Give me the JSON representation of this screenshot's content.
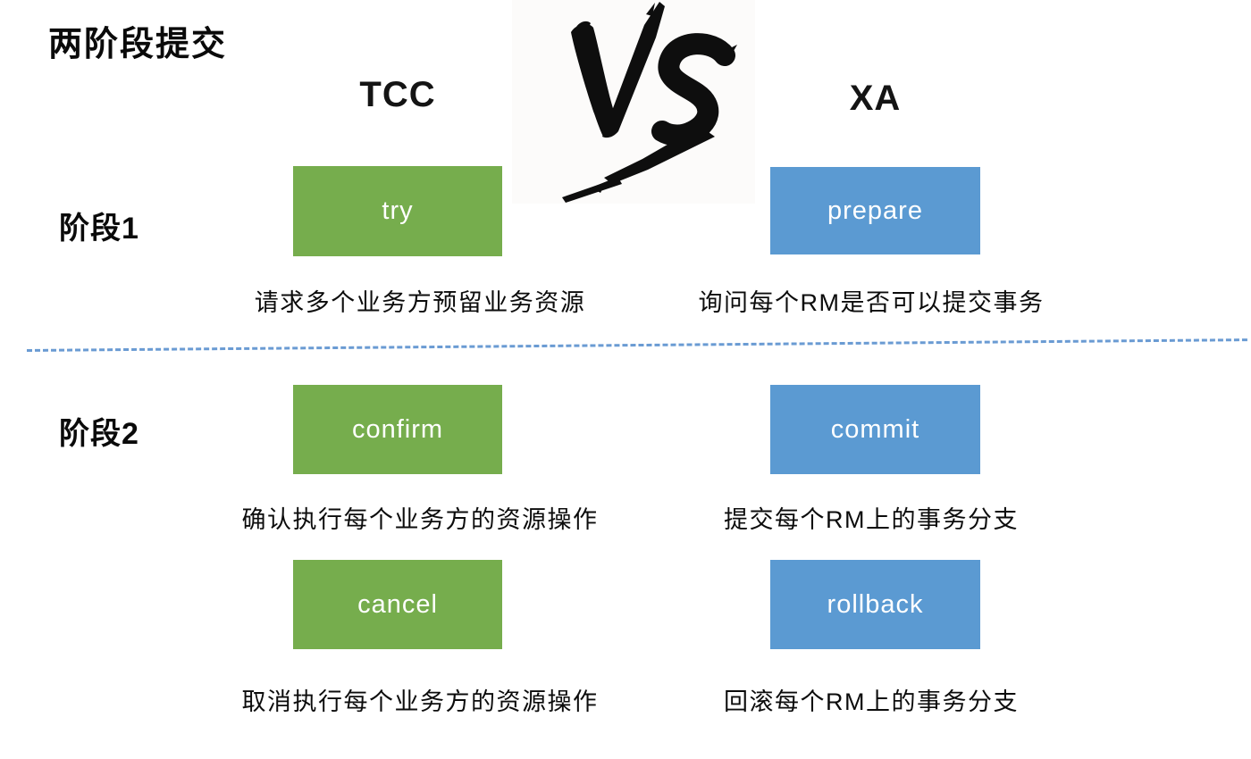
{
  "page": {
    "title": "两阶段提交",
    "background": "#ffffff"
  },
  "colors": {
    "tcc_green": "#76ad4d",
    "xa_blue": "#5b9ad2",
    "divider_blue": "#6a9bd3",
    "box_text": "#ffffff",
    "heading_text": "#0a0a0a"
  },
  "columns": {
    "left": {
      "header": "TCC"
    },
    "right": {
      "header": "XA"
    }
  },
  "vs": {
    "label": "VS"
  },
  "phases": [
    {
      "label": "阶段1",
      "rows": [
        {
          "tcc": {
            "box": "try",
            "caption": "请求多个业务方预留业务资源"
          },
          "xa": {
            "box": "prepare",
            "caption": "询问每个RM是否可以提交事务"
          }
        }
      ]
    },
    {
      "label": "阶段2",
      "rows": [
        {
          "tcc": {
            "box": "confirm",
            "caption": "确认执行每个业务方的资源操作"
          },
          "xa": {
            "box": "commit",
            "caption": "提交每个RM上的事务分支"
          }
        },
        {
          "tcc": {
            "box": "cancel",
            "caption": "取消执行每个业务方的资源操作"
          },
          "xa": {
            "box": "rollback",
            "caption": "回滚每个RM上的事务分支"
          }
        }
      ]
    }
  ]
}
